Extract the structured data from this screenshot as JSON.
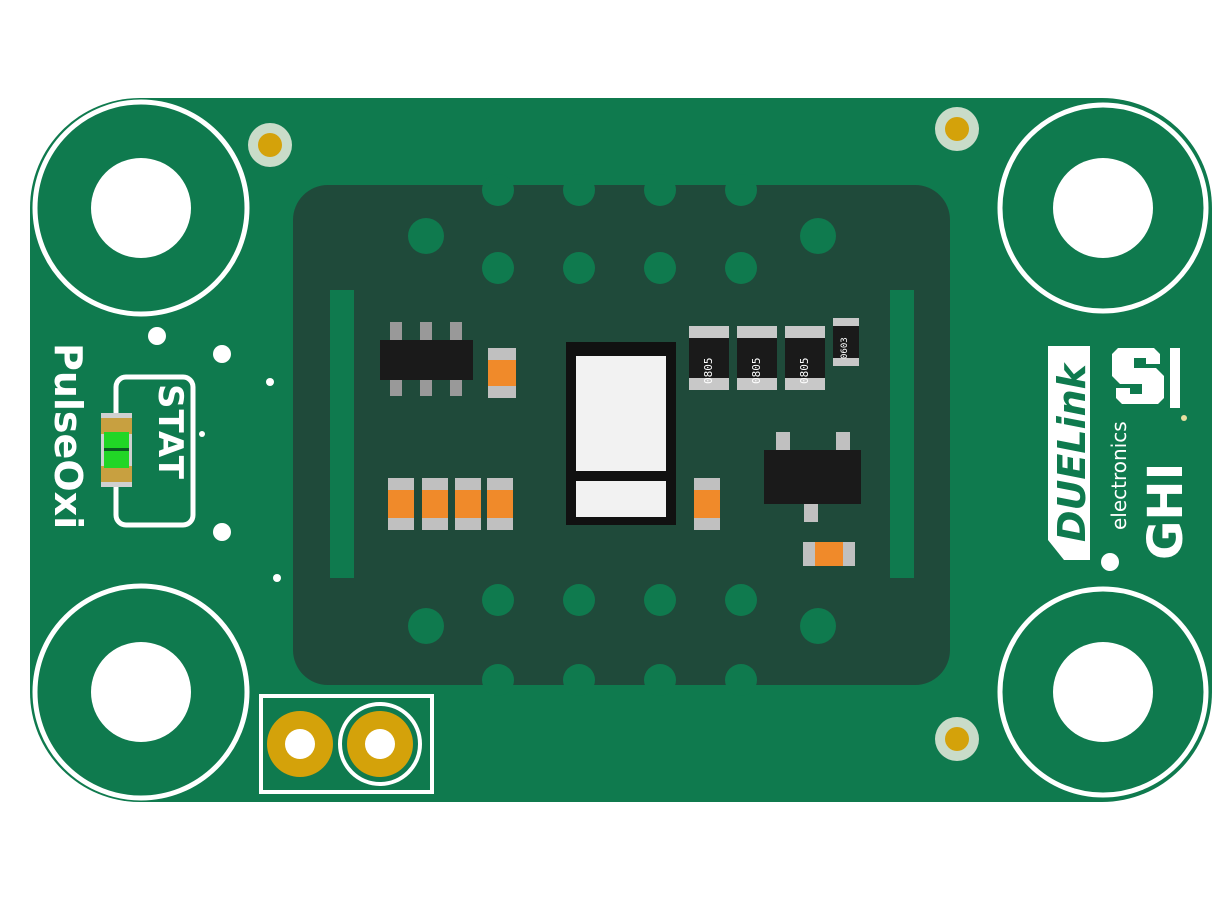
{
  "board": {
    "name": "PulseOxi",
    "led_label": "STAT",
    "brand": "GHI",
    "brand_sub": "electronics",
    "product_line": "DUELink",
    "colors": {
      "pcb": "#0f7a4e",
      "silkscreen": "#ffffff",
      "sensor_area": "#1f4a3a",
      "pad_gold": "#d4a20a",
      "led_green": "#21d626"
    }
  },
  "components": {
    "res_1": "0805",
    "res_2": "0805",
    "res_3": "0805",
    "res_4": "0603"
  }
}
